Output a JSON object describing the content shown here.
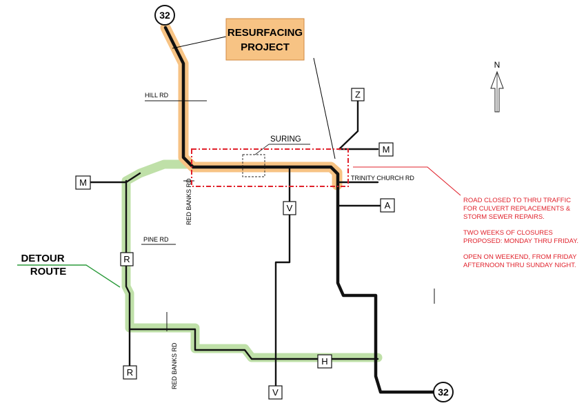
{
  "colors": {
    "highway": "#111111",
    "resurfacing": "#f7c384",
    "detour": "#bfe0a8",
    "closure": "#e0202a",
    "callout_fill": "#f7c384",
    "callout_leader": "#000000",
    "detour_leader": "#2a9a3a"
  },
  "callout": {
    "line1": "RESURFACING",
    "line2": "PROJECT"
  },
  "detour": {
    "line1": "DETOUR",
    "line2": "ROUTE"
  },
  "town": "SURING",
  "north_label": "N",
  "route_markers": [
    "32",
    "32"
  ],
  "shields": {
    "z": "Z",
    "m_east": "M",
    "m_west": "M",
    "a": "A",
    "v_north": "V",
    "v_south": "V",
    "r_north": "R",
    "r_south": "R",
    "h": "H"
  },
  "roads": {
    "hill": "HILL RD",
    "red_banks_north": "RED BANKS RD",
    "red_banks_south": "RED BANKS RD",
    "pine": "PINE RD",
    "trinity": "TRINITY CHURCH RD"
  },
  "notes": {
    "n1": "ROAD CLOSED TO THRU TRAFFIC",
    "n2": "FOR CULVERT REPLACEMENTS &",
    "n3": "STORM SEWER REPAIRS.",
    "n4": "TWO WEEKS OF CLOSURES",
    "n5": "PROPOSED: MONDAY THRU FRIDAY.",
    "n6": "OPEN ON WEEKEND, FROM FRIDAY",
    "n7": "AFTERNOON THRU SUNDAY NIGHT."
  }
}
